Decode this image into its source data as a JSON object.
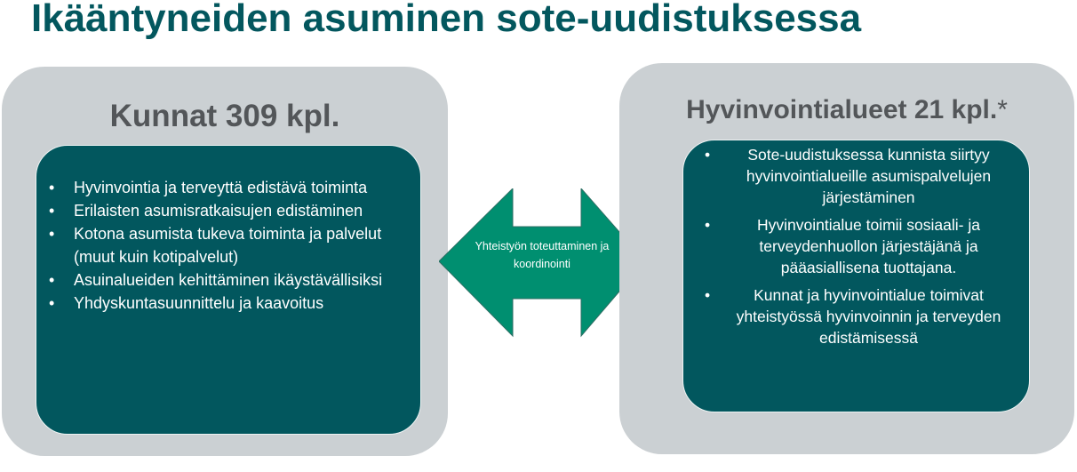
{
  "title": "Ikääntyneiden asuminen sote-uudistuksessa",
  "colors": {
    "title": "#03575e",
    "outer_box": "#cbd0d3",
    "inner_box": "#02575e",
    "arrow": "#008f70",
    "outer_title": "#535659"
  },
  "left_panel": {
    "heading": "Kunnat 309 kpl.",
    "items": [
      "Hyvinvointia ja terveyttä edistävä toiminta",
      "Erilaisten asumisratkaisujen edistäminen",
      "Kotona asumista tukeva toiminta ja palvelut (muut kuin kotipalvelut)",
      "Asuinalueiden kehittäminen ikäystävällisiksi",
      "Yhdyskuntasuunnittelu ja kaavoitus"
    ]
  },
  "center_arrow": {
    "label": "Yhteistyön toteuttaminen ja koordinointi",
    "icon": "double-arrow-icon"
  },
  "right_panel": {
    "heading": "Hyvinvointialueet 21 kpl.",
    "heading_mark": "*",
    "items": [
      "Sote-uudistuksessa kunnista siirtyy hyvinvointialueille asumispalvelujen järjestäminen",
      "Hyvinvointialue toimii sosiaali- ja terveydenhuollon järjestäjänä ja pääasiallisena tuottajana.",
      "Kunnat ja hyvinvointialue toimivat yhteistyössä hyvinvoinnin ja terveyden edistämisessä"
    ]
  }
}
